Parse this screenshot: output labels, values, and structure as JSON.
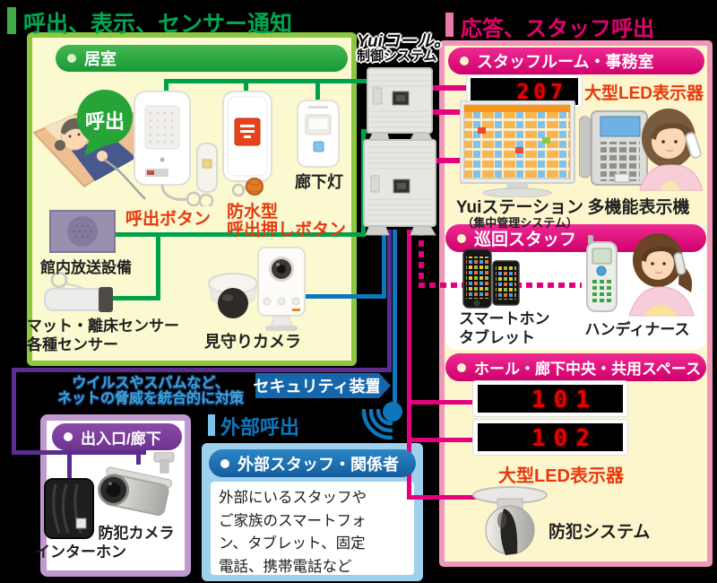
{
  "titles": {
    "left": "呼出、表示、センサー通知",
    "right": "応答、スタッフ呼出",
    "external": "外部呼出"
  },
  "system": {
    "logo1": "Yuiコール。",
    "logo2": "制御システム"
  },
  "living": {
    "header": "居室",
    "bubble": "呼出",
    "call_button": "呼出ボタン",
    "waterproof1": "防水型",
    "waterproof2": "呼出押しボタン",
    "corridor_light": "廊下灯",
    "broadcast": "館内放送設備",
    "sensor1": "マット・離床センサー",
    "sensor2": "各種センサー",
    "camera": "見守りカメラ"
  },
  "staff": {
    "header": "スタッフルーム・事務室",
    "led": "207",
    "led_label": "大型LED表示器",
    "station1": "Yuiステーション",
    "station2": "（集中管理システム）",
    "phone": "多機能表示機"
  },
  "patrol": {
    "header": "巡回スタッフ",
    "sp1": "スマートホン",
    "sp2": "タブレット",
    "handy": "ハンディナース"
  },
  "hall": {
    "header": "ホール・廊下中央・共用スペース",
    "led1": "101",
    "led2": "102",
    "led_label": "大型LED表示器",
    "security": "防犯システム"
  },
  "entrance": {
    "header": "出入口/廊下",
    "intercom": "インターホン",
    "camera": "防犯カメラ"
  },
  "external_box": {
    "header": "外部スタッフ・関係者",
    "lines": [
      "外部にいるスタッフや",
      "ご家族のスマートフォ",
      "ン、タブレット、固定",
      "電話、携帯電話など"
    ]
  },
  "security": {
    "device": "セキュリティ装置",
    "note1": "ウイルスやスパムなど、",
    "note2": "ネットの脅威を統合的に対策"
  },
  "colors": {
    "line_green": "#00a14b",
    "line_blue": "#0e76bc",
    "line_purple": "#5b2d8e",
    "line_magenta": "#e6007e",
    "label_red": "#e8380d",
    "led_red": "#e60000"
  }
}
